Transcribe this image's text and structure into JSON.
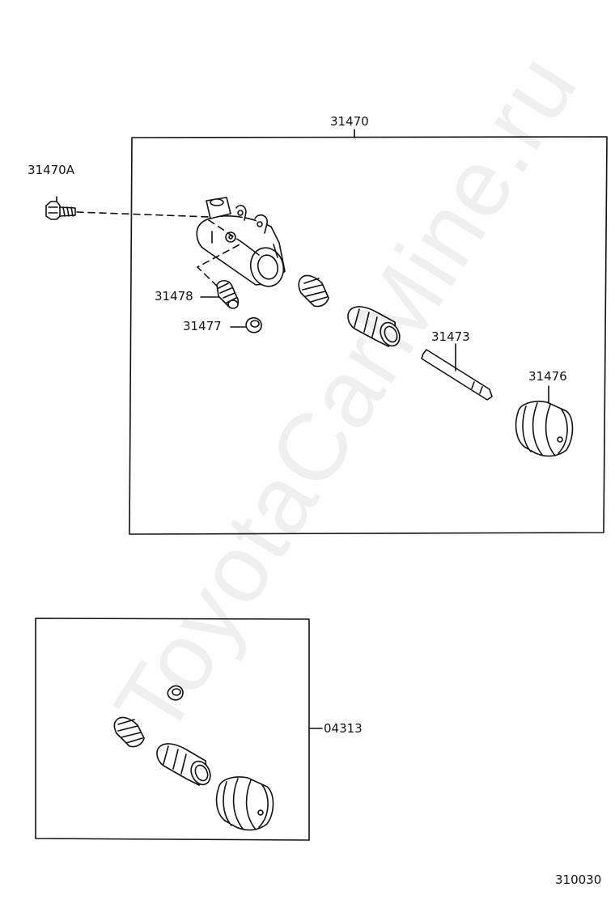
{
  "labels": {
    "assembly": "31470",
    "bolt": "31470A",
    "bleeder_plug": "31478",
    "bleeder_cap": "31477",
    "push_rod": "31473",
    "boot": "31476",
    "repair_kit": "04313",
    "figure_number": "310030"
  },
  "watermark": "ToyotaCarMine.ru",
  "colors": {
    "line": "#111111",
    "background": "#ffffff"
  }
}
